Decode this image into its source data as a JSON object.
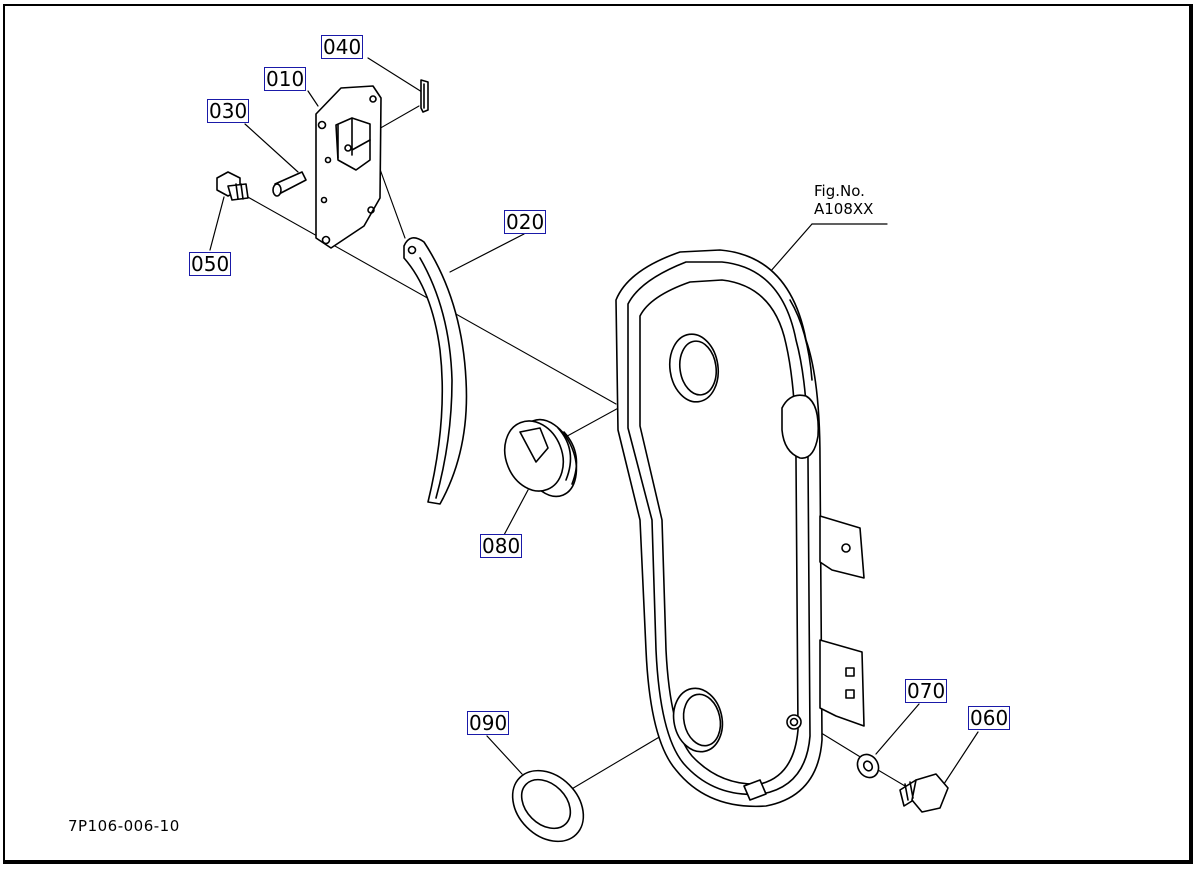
{
  "figure": {
    "fig_label": "Fig.No.",
    "fig_number": "A108XX",
    "doc_number": "7P106-006-10"
  },
  "callouts": [
    {
      "id": "010",
      "label": "010",
      "part": "bracket-plate"
    },
    {
      "id": "020",
      "label": "020",
      "part": "curved-arm"
    },
    {
      "id": "030",
      "label": "030",
      "part": "pin"
    },
    {
      "id": "040",
      "label": "040",
      "part": "cotter-pin"
    },
    {
      "id": "050",
      "label": "050",
      "part": "bolt"
    },
    {
      "id": "060",
      "label": "060",
      "part": "flange-bolt"
    },
    {
      "id": "070",
      "label": "070",
      "part": "washer"
    },
    {
      "id": "080",
      "label": "080",
      "part": "rubber-grommet"
    },
    {
      "id": "090",
      "label": "090",
      "part": "plug-cap"
    }
  ],
  "colors": {
    "line": "#000000",
    "callout_border": "#1a1aa8",
    "background": "#ffffff"
  }
}
